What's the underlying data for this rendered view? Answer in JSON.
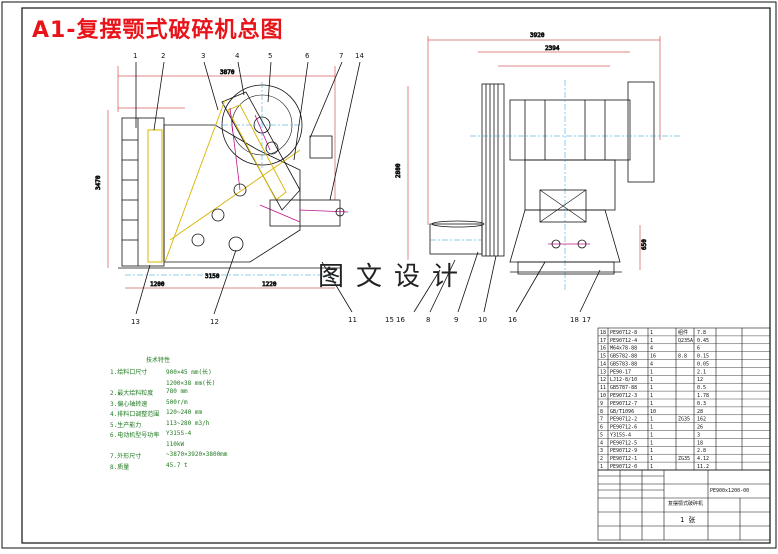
{
  "title": "A1-复摆颚式破碎机总图",
  "watermark": "图文设计",
  "balloons_front": [
    "1",
    "2",
    "3",
    "4",
    "5",
    "6",
    "7",
    "14"
  ],
  "balloons_bottom_left": [
    "13",
    "12"
  ],
  "balloons_bottom_right": [
    "11",
    "15",
    "16",
    "8",
    "9",
    "10",
    "16",
    "18",
    "17"
  ],
  "tech_spec": {
    "heading": "技术特性",
    "rows": [
      {
        "label": "1.给料口尺寸",
        "value": "900×45 mm(长)"
      },
      {
        "label": "",
        "value": "1200×38 mm(长)"
      },
      {
        "label": "2.最大给料粒度",
        "value": "780 mm"
      },
      {
        "label": "3.偏心轴转速",
        "value": "500r/m"
      },
      {
        "label": "4.排料口调整范围",
        "value": "120~240 mm"
      },
      {
        "label": "5.生产能力",
        "value": "113~280 m3/h"
      },
      {
        "label": "6.电动机型号功率",
        "value": "Y315S-4"
      },
      {
        "label": "",
        "value": "110kW"
      },
      {
        "label": "7.外形尺寸",
        "value": "~3870×3920×3800mm"
      },
      {
        "label": "8.质量",
        "value": "45.7 t"
      }
    ]
  },
  "bom": {
    "rows": [
      [
        "18",
        "PE90712-8",
        "1",
        "组件",
        "7.8"
      ],
      [
        "17",
        "PE90712-4",
        "1",
        "Q235A",
        "0.45"
      ],
      [
        "16",
        "M64x78-88",
        "4",
        "",
        "6"
      ],
      [
        "15",
        "GB5782-88",
        "16",
        "8.8",
        "0.15"
      ],
      [
        "14",
        "GB5783-88",
        "4",
        "",
        "0.05"
      ],
      [
        "13",
        "PE90-17",
        "1",
        "",
        "2.1"
      ],
      [
        "12",
        "LJ12-8/10",
        "1",
        "",
        "12"
      ],
      [
        "11",
        "GB5787-88",
        "1",
        "",
        "0.5"
      ],
      [
        "10",
        "PE90712-3",
        "1",
        "",
        "1.78"
      ],
      [
        "9",
        "PE90712-7",
        "1",
        "",
        "0.3"
      ],
      [
        "8",
        "GB/T1096",
        "10",
        "",
        "28"
      ],
      [
        "7",
        "PE90712-2",
        "1",
        "ZG35",
        "162"
      ],
      [
        "6",
        "PE90712-6",
        "1",
        "",
        "26"
      ],
      [
        "5",
        "Y315S-4",
        "1",
        "",
        "3"
      ],
      [
        "4",
        "PE90712-5",
        "1",
        "",
        "18"
      ],
      [
        "3",
        "PE90712-9",
        "1",
        "",
        "2.8"
      ],
      [
        "2",
        "PE90712-1",
        "1",
        "ZG35",
        "4.12"
      ],
      [
        "1",
        "PE90712-0",
        "1",
        "",
        "11.2"
      ]
    ]
  },
  "title_block": {
    "drawing_name": "复摆颚式破碎机",
    "sheet_label": "1 张",
    "drawing_no": "PE900x1200-00"
  },
  "dimensions": {
    "front_top": "3870",
    "front_left_height": "3470",
    "front_bottom_1": "1200",
    "front_bottom_2": "1220",
    "front_bottom_total": "3150",
    "side_top_1": "3920",
    "side_top_2": "2394",
    "side_height": "2800",
    "side_right": "650"
  },
  "colors": {
    "outline": "#111111",
    "dim": "#c01010",
    "center": "#1f9bd6",
    "magenta": "#c0148c",
    "green": "#1f7a1f",
    "border": "#111111"
  }
}
